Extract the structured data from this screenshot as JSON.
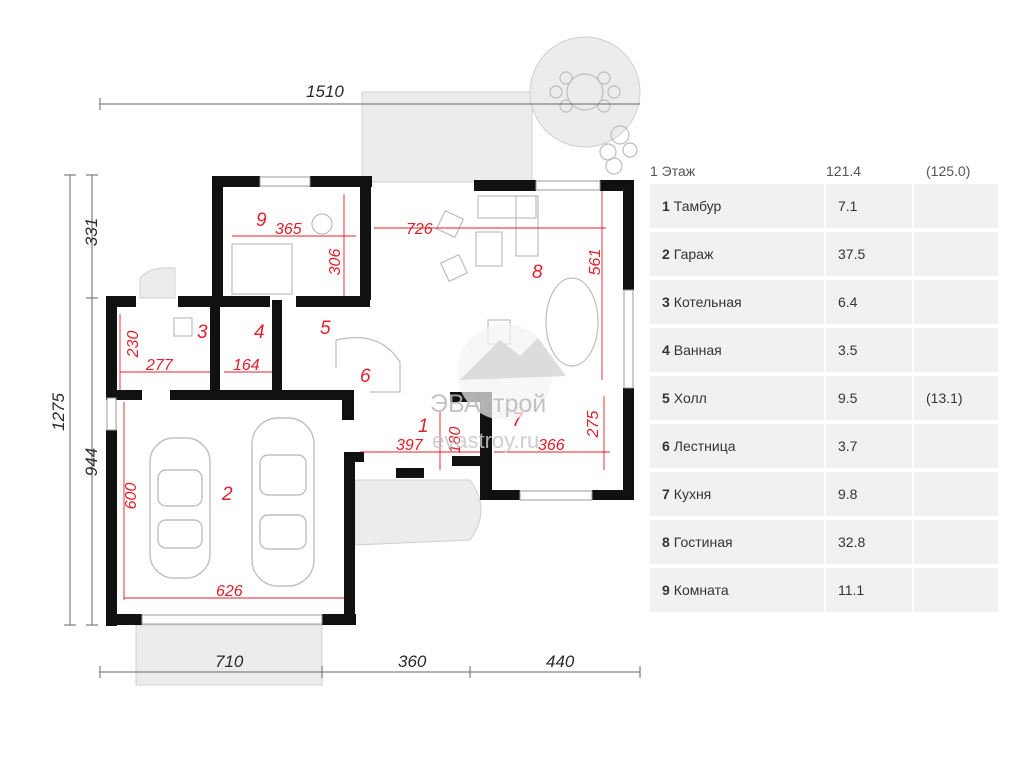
{
  "dimensions": {
    "overall_width": "1510",
    "bottom_left": "710",
    "bottom_mid": "360",
    "bottom_right": "440",
    "left_total": "1275",
    "left_top": "331",
    "left_bottom": "944",
    "left_garage": "600",
    "garage_width": "626",
    "room9_width": "365",
    "room9_height": "306",
    "boiler_height": "230",
    "boiler_width": "277",
    "bath_width": "164",
    "living_width": "726",
    "living_height": "561",
    "hall_width": "397",
    "hall_height": "180",
    "kitchen_width": "366",
    "kitchen_height": "275"
  },
  "room_numbers": [
    "1",
    "2",
    "3",
    "4",
    "5",
    "6",
    "7",
    "8",
    "9"
  ],
  "watermark": {
    "line1": "ЭВАстрой",
    "line2": "evastroy.ru"
  },
  "table": {
    "header": {
      "label": "1 Этаж",
      "area": "121.4",
      "area_total": "(125.0)"
    },
    "rows": [
      {
        "num": "1",
        "name": "Тамбур",
        "area": "7.1",
        "extra": ""
      },
      {
        "num": "2",
        "name": "Гараж",
        "area": "37.5",
        "extra": ""
      },
      {
        "num": "3",
        "name": "Котельная",
        "area": "6.4",
        "extra": ""
      },
      {
        "num": "4",
        "name": "Ванная",
        "area": "3.5",
        "extra": ""
      },
      {
        "num": "5",
        "name": "Холл",
        "area": "9.5",
        "extra": "(13.1)"
      },
      {
        "num": "6",
        "name": "Лестница",
        "area": "3.7",
        "extra": ""
      },
      {
        "num": "7",
        "name": "Кухня",
        "area": "9.8",
        "extra": ""
      },
      {
        "num": "8",
        "name": "Гостиная",
        "area": "32.8",
        "extra": ""
      },
      {
        "num": "9",
        "name": "Комната",
        "area": "11.1",
        "extra": ""
      }
    ]
  },
  "colors": {
    "wall": "#111111",
    "dimension_red": "#e0202a",
    "terrace": "#e9e9e9",
    "table_cell": "#f1f1f1"
  }
}
